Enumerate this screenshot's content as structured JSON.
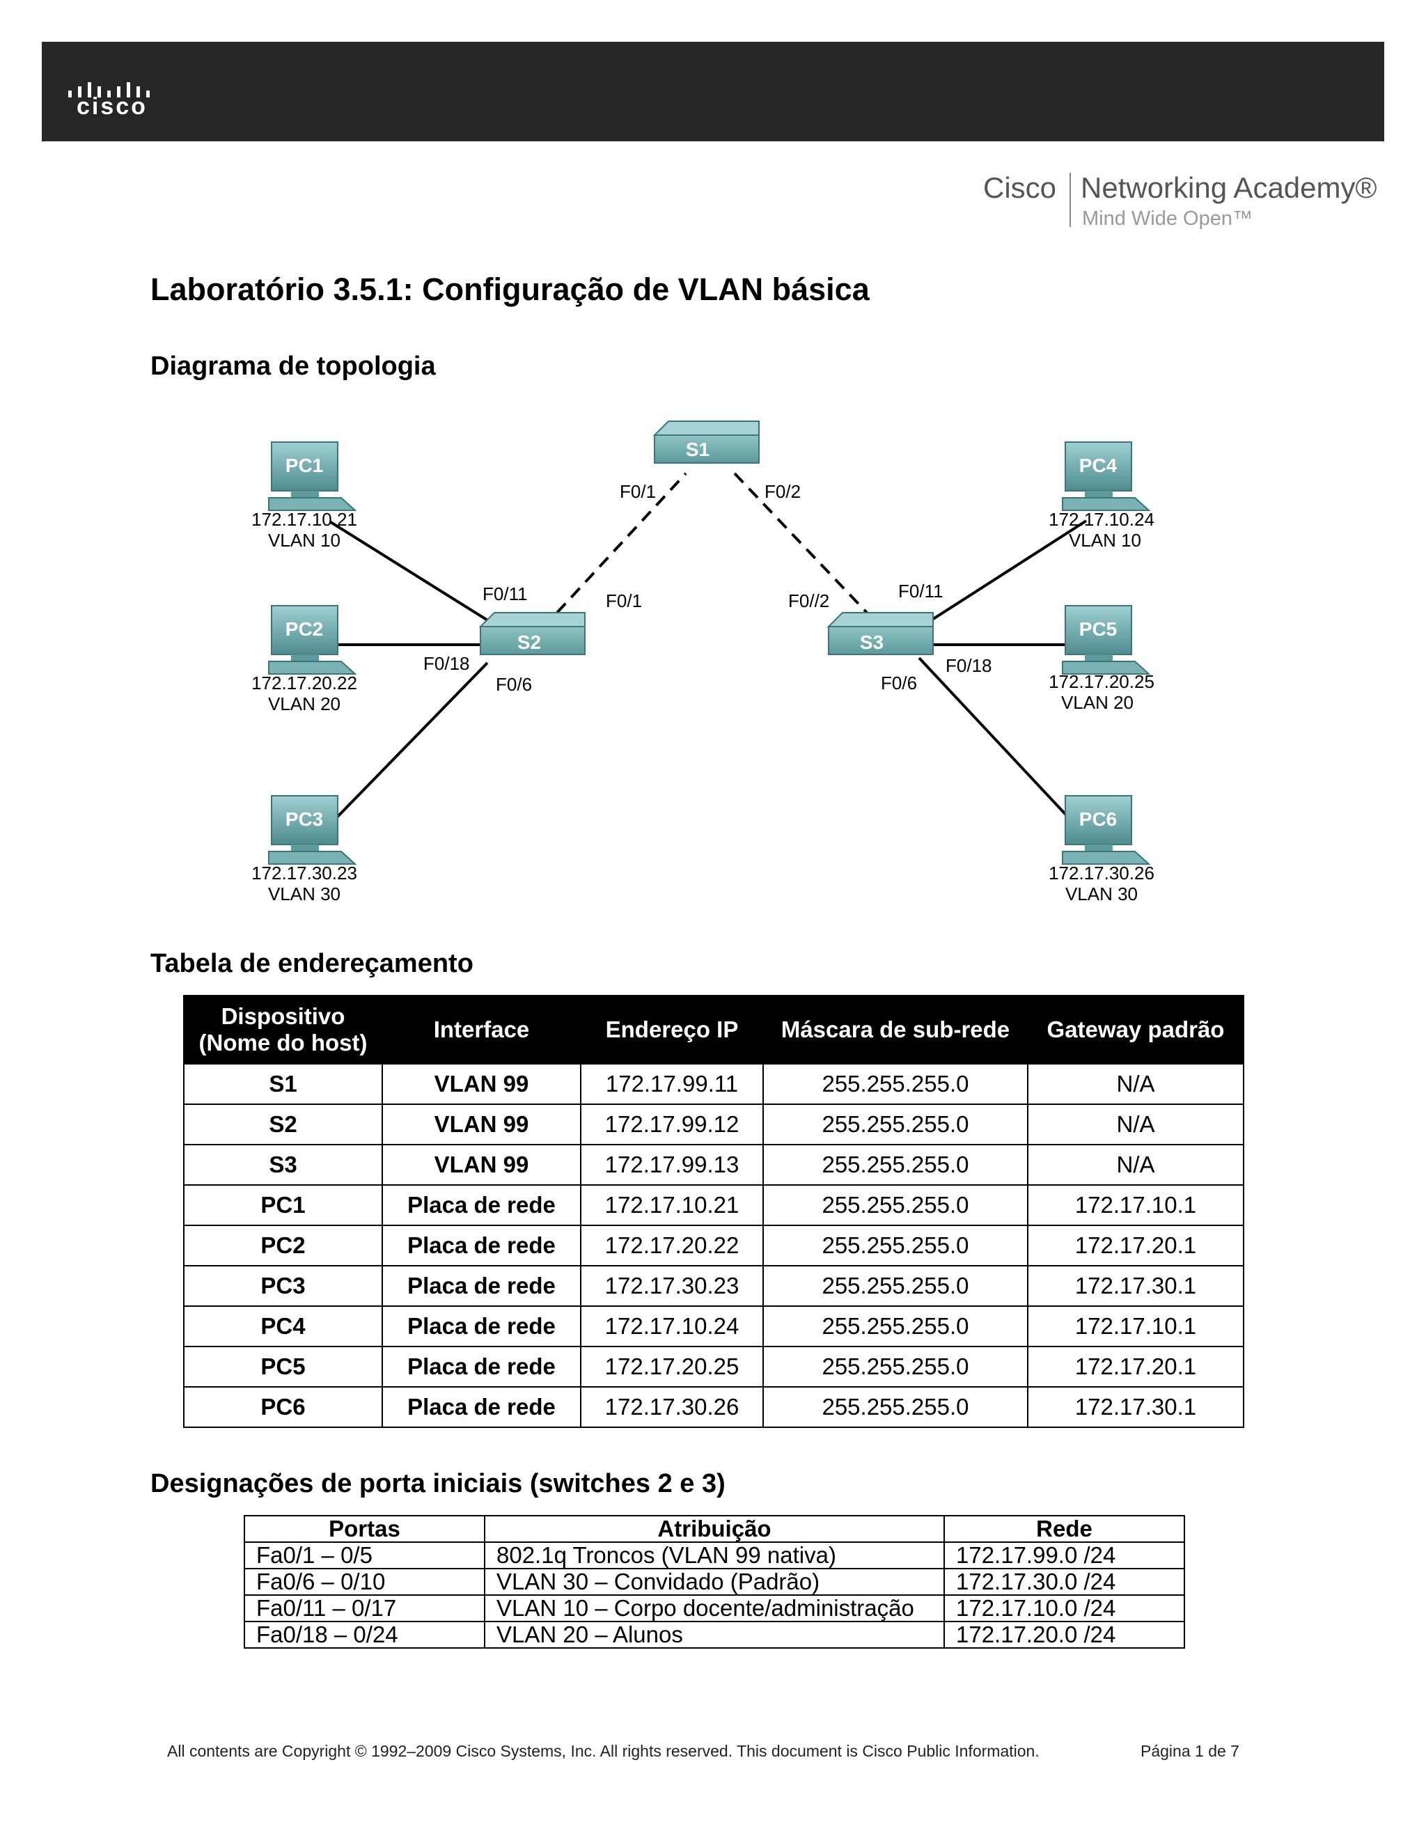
{
  "header": {
    "logo_text": "cisco",
    "brand_company": "Cisco",
    "brand_name": "Networking Academy®",
    "brand_tagline": "Mind Wide Open™"
  },
  "title": "Laboratório 3.5.1: Configuração de VLAN básica",
  "topology": {
    "section_title": "Diagrama de topologia",
    "switches": [
      {
        "name": "S1"
      },
      {
        "name": "S2"
      },
      {
        "name": "S3"
      }
    ],
    "pcs": [
      {
        "name": "PC1",
        "ip": "172.17.10.21",
        "vlan": "VLAN 10"
      },
      {
        "name": "PC2",
        "ip": "172.17.20.22",
        "vlan": "VLAN 20"
      },
      {
        "name": "PC3",
        "ip": "172.17.30.23",
        "vlan": "VLAN 30"
      },
      {
        "name": "PC4",
        "ip": "172.17.10.24",
        "vlan": "VLAN 10"
      },
      {
        "name": "PC5",
        "ip": "172.17.20.25",
        "vlan": "VLAN 20"
      },
      {
        "name": "PC6",
        "ip": "172.17.30.26",
        "vlan": "VLAN 30"
      }
    ],
    "port_labels": {
      "s1_f01": "F0/1",
      "s1_f02": "F0/2",
      "s2_f011": "F0/11",
      "s2_f01": "F0/1",
      "s2_f018": "F0/18",
      "s2_f06": "F0/6",
      "s3_f02": "F0//2",
      "s3_f011": "F0/11",
      "s3_f018": "F0/18",
      "s3_f06": "F0/6"
    }
  },
  "addressing": {
    "section_title": "Tabela de endereçamento",
    "headers": [
      "Dispositivo\n(Nome do host)",
      "Interface",
      "Endereço IP",
      "Máscara de sub-rede",
      "Gateway padrão"
    ],
    "rows": [
      [
        "S1",
        "VLAN 99",
        "172.17.99.11",
        "255.255.255.0",
        "N/A"
      ],
      [
        "S2",
        "VLAN 99",
        "172.17.99.12",
        "255.255.255.0",
        "N/A"
      ],
      [
        "S3",
        "VLAN 99",
        "172.17.99.13",
        "255.255.255.0",
        "N/A"
      ],
      [
        "PC1",
        "Placa de rede",
        "172.17.10.21",
        "255.255.255.0",
        "172.17.10.1"
      ],
      [
        "PC2",
        "Placa de rede",
        "172.17.20.22",
        "255.255.255.0",
        "172.17.20.1"
      ],
      [
        "PC3",
        "Placa de rede",
        "172.17.30.23",
        "255.255.255.0",
        "172.17.30.1"
      ],
      [
        "PC4",
        "Placa de rede",
        "172.17.10.24",
        "255.255.255.0",
        "172.17.10.1"
      ],
      [
        "PC5",
        "Placa de rede",
        "172.17.20.25",
        "255.255.255.0",
        "172.17.20.1"
      ],
      [
        "PC6",
        "Placa de rede",
        "172.17.30.26",
        "255.255.255.0",
        "172.17.30.1"
      ]
    ]
  },
  "ports": {
    "section_title": "Designações de porta iniciais (switches 2 e 3)",
    "headers": [
      "Portas",
      "Atribuição",
      "Rede"
    ],
    "rows": [
      [
        "Fa0/1 – 0/5",
        "802.1q Troncos (VLAN 99 nativa)",
        "172.17.99.0 /24"
      ],
      [
        "Fa0/6 – 0/10",
        "VLAN 30 – Convidado (Padrão)",
        "172.17.30.0 /24"
      ],
      [
        "Fa0/11 – 0/17",
        "VLAN 10 – Corpo docente/administração",
        "172.17.10.0 /24"
      ],
      [
        "Fa0/18 – 0/24",
        "VLAN 20 – Alunos",
        "172.17.20.0 /24"
      ]
    ]
  },
  "footer": {
    "copyright": "All contents are Copyright © 1992–2009 Cisco Systems, Inc. All rights reserved. This document is Cisco Public Information.",
    "page": "Página 1 de 7"
  }
}
